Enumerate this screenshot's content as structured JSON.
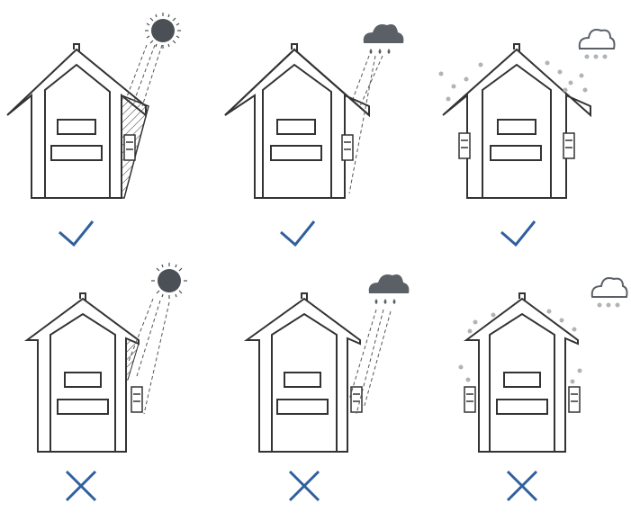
{
  "colors": {
    "line": "#333333",
    "sun": "#4a5055",
    "cloud": "#5a6066",
    "snow": "#b0b4b8",
    "check": "#2f5f9e",
    "cross": "#2f5f9e"
  },
  "panels": [
    {
      "weather": "sun-icon",
      "unit_position": "right",
      "shelter": "hatched-awning",
      "verdict": "check-icon",
      "ok": true
    },
    {
      "weather": "rain-cloud-icon",
      "unit_position": "right",
      "shelter": "roof-overhang",
      "verdict": "check-icon",
      "ok": true
    },
    {
      "weather": "snow-cloud-icon",
      "unit_position": "both-sides",
      "shelter": "roof-overhang",
      "verdict": "check-icon",
      "ok": true
    },
    {
      "weather": "sun-icon",
      "unit_position": "right",
      "shelter": "none",
      "verdict": "cross-icon",
      "ok": false
    },
    {
      "weather": "rain-cloud-icon",
      "unit_position": "right",
      "shelter": "none",
      "verdict": "cross-icon",
      "ok": false
    },
    {
      "weather": "snow-cloud-icon",
      "unit_position": "both-sides",
      "shelter": "none",
      "verdict": "cross-icon",
      "ok": false
    }
  ]
}
